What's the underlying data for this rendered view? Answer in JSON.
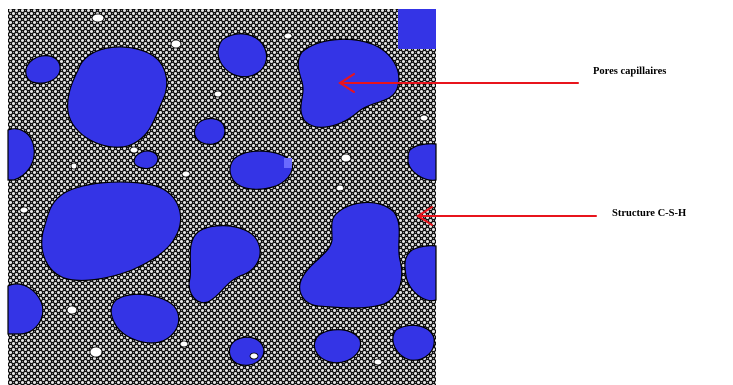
{
  "labels": {
    "pores": "Pores capillaires",
    "csh": "Structure C-S-H"
  },
  "colors": {
    "pore_fill": "#3434e6",
    "arrow": "#e8141c",
    "matrix_dark": "#0c0c0c",
    "matrix_light": "#e4e4e4",
    "particle": "#ffffff"
  },
  "icons": {
    "matrix": "checkerboard-pattern",
    "pointer": "arrow-left-icon"
  }
}
